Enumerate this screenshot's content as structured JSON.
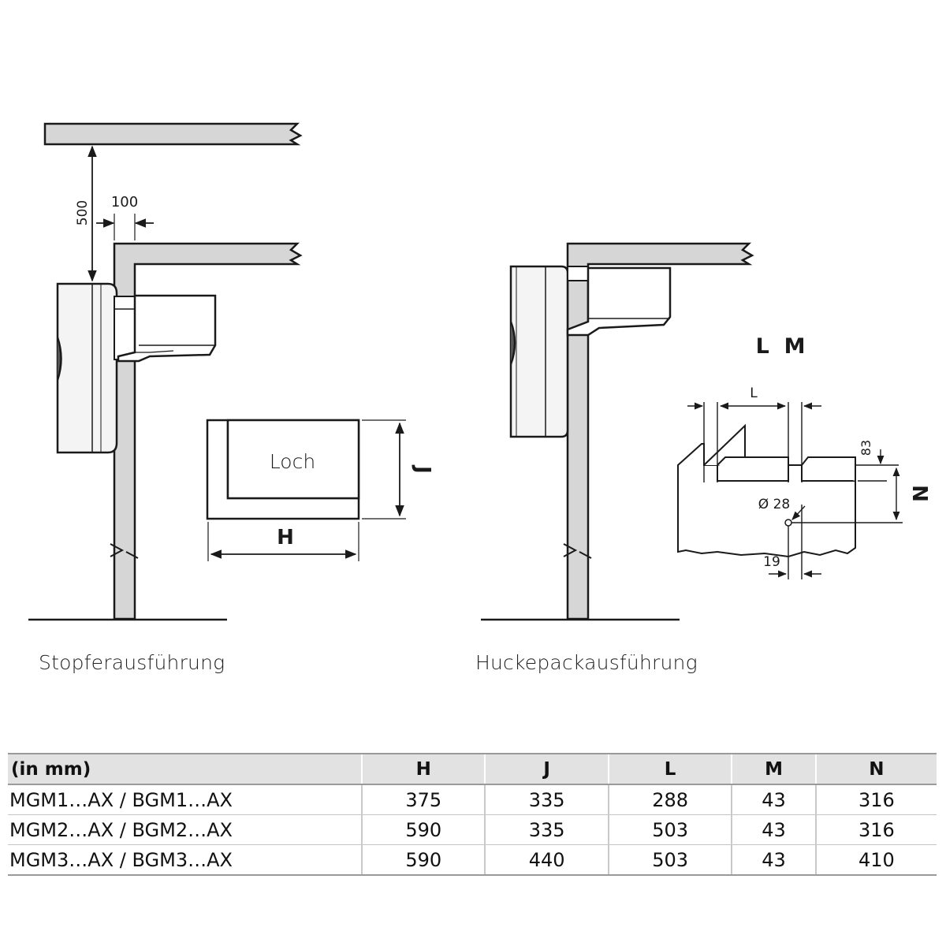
{
  "diagram": {
    "left": {
      "dim_vertical": "500",
      "dim_offset": "100",
      "hole_label": "Loch",
      "hole_width_label": "H",
      "hole_height_label": "J",
      "caption": "Stopferausführung"
    },
    "right": {
      "title": "L  M",
      "dim_l": "L",
      "dim_83": "83",
      "dim_n": "N",
      "dim_diameter": "Ø 28",
      "dim_19": "19",
      "caption": "Huckepackausführung"
    }
  },
  "table": {
    "headers": [
      "(in mm)",
      "H",
      "J",
      "L",
      "M",
      "N"
    ],
    "rows": [
      [
        "MGM1…AX / BGM1…AX",
        "375",
        "335",
        "288",
        "43",
        "316"
      ],
      [
        "MGM2…AX / BGM2…AX",
        "590",
        "335",
        "503",
        "43",
        "316"
      ],
      [
        "MGM3…AX / BGM3…AX",
        "590",
        "440",
        "503",
        "43",
        "410"
      ]
    ]
  },
  "colors": {
    "wall_fill": "#d6d6d6",
    "line": "#1a1a1a",
    "table_header_bg": "#e2e2e2"
  }
}
